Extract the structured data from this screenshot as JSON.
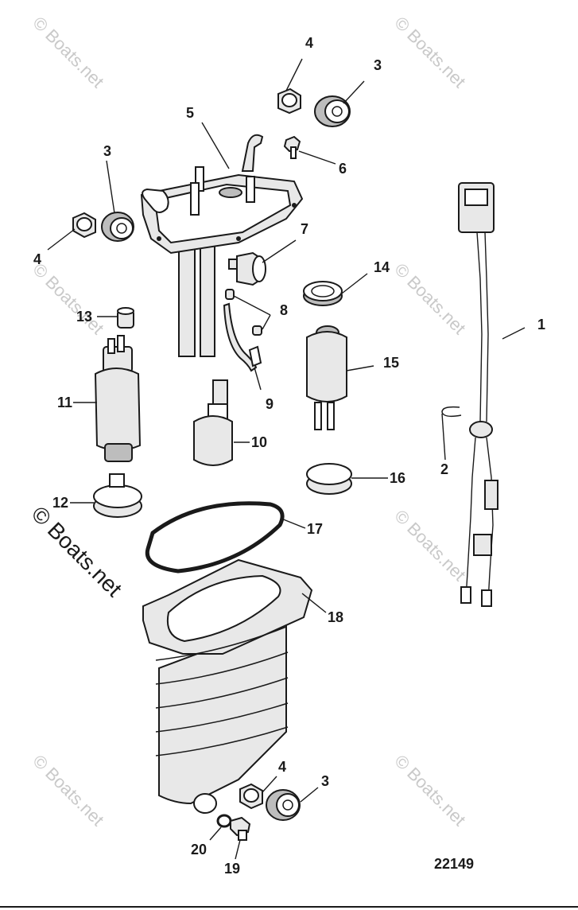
{
  "diagram_number": "22149",
  "copyright_notice": "© Boats.net",
  "watermark": "© Boats.net",
  "callouts": {
    "c1": "1",
    "c2": "2",
    "c3a": "3",
    "c3b": "3",
    "c3c": "3",
    "c4a": "4",
    "c4b": "4",
    "c4c": "4",
    "c5": "5",
    "c6": "6",
    "c7": "7",
    "c8": "8",
    "c9": "9",
    "c10": "10",
    "c11": "11",
    "c12": "12",
    "c13": "13",
    "c14": "14",
    "c15": "15",
    "c16": "16",
    "c17": "17",
    "c18": "18",
    "c19": "19",
    "c20": "20"
  }
}
